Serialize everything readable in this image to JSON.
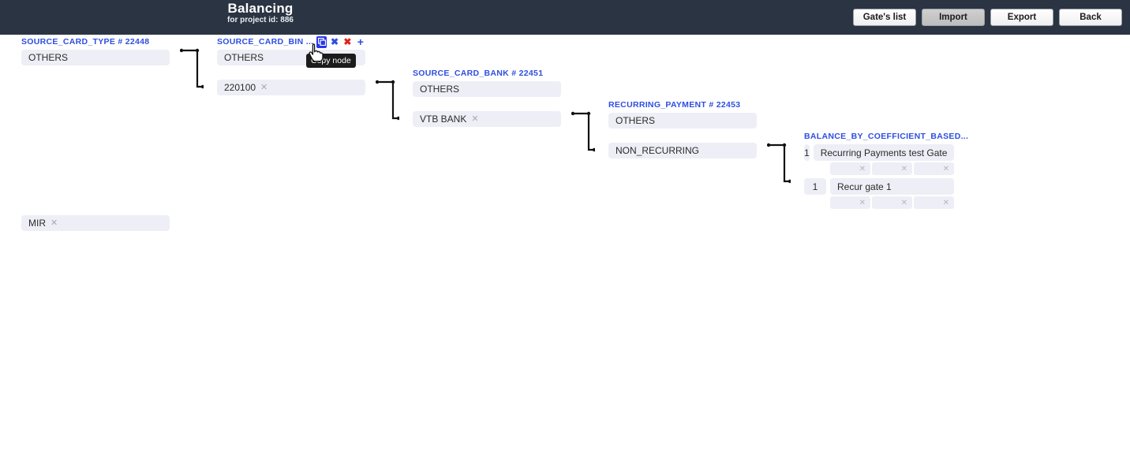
{
  "header": {
    "title": "Balancing",
    "subtitle": "for project id: 886",
    "buttons": [
      {
        "label": "Gate's list",
        "active": false
      },
      {
        "label": "Import",
        "active": true
      },
      {
        "label": "Export",
        "active": false
      },
      {
        "label": "Back",
        "active": false
      }
    ]
  },
  "accent_colors": {
    "header_bg": "#2b3443",
    "column_title": "#2f4ee0",
    "copy_button_bg": "#2a36e8",
    "delete_red": "#e02020",
    "chip_bg": "#eeeef6"
  },
  "tooltip": {
    "text": "Copy node"
  },
  "columns": [
    {
      "title": "SOURCE_CARD_TYPE # 22448",
      "actions": [],
      "items": [
        {
          "label": "OTHERS",
          "removable": false
        },
        {
          "label": "MIR",
          "removable": true
        }
      ]
    },
    {
      "title": "SOURCE_CARD_BIN ...",
      "actions": [
        {
          "name": "copy-node",
          "glyph": "copy"
        },
        {
          "name": "close-node",
          "glyph": "x-blue"
        },
        {
          "name": "delete-node",
          "glyph": "x-red"
        },
        {
          "name": "add-node",
          "glyph": "plus"
        }
      ],
      "items": [
        {
          "label": "OTHERS",
          "removable": false
        },
        {
          "label": "220100",
          "removable": true
        }
      ]
    },
    {
      "title": "SOURCE_CARD_BANK # 22451",
      "actions": [],
      "items": [
        {
          "label": "OTHERS",
          "removable": false
        },
        {
          "label": "VTB BANK",
          "removable": true
        }
      ]
    },
    {
      "title": "RECURRING_PAYMENT # 22453",
      "actions": [],
      "items": [
        {
          "label": "OTHERS",
          "removable": false
        },
        {
          "label": "NON_RECURRING",
          "removable": false
        }
      ]
    }
  ],
  "gates_column": {
    "title": "BALANCE_BY_COEFFICIENT_BASED...",
    "rows": [
      {
        "weight": "1",
        "name": "Recurring Payments test Gate",
        "subfields": [
          {
            "label": ""
          },
          {
            "label": ""
          },
          {
            "label": ""
          }
        ]
      },
      {
        "weight": "1",
        "name": "Recur gate 1",
        "subfields": [
          {
            "label": ""
          },
          {
            "label": ""
          },
          {
            "label": ""
          }
        ]
      }
    ]
  }
}
